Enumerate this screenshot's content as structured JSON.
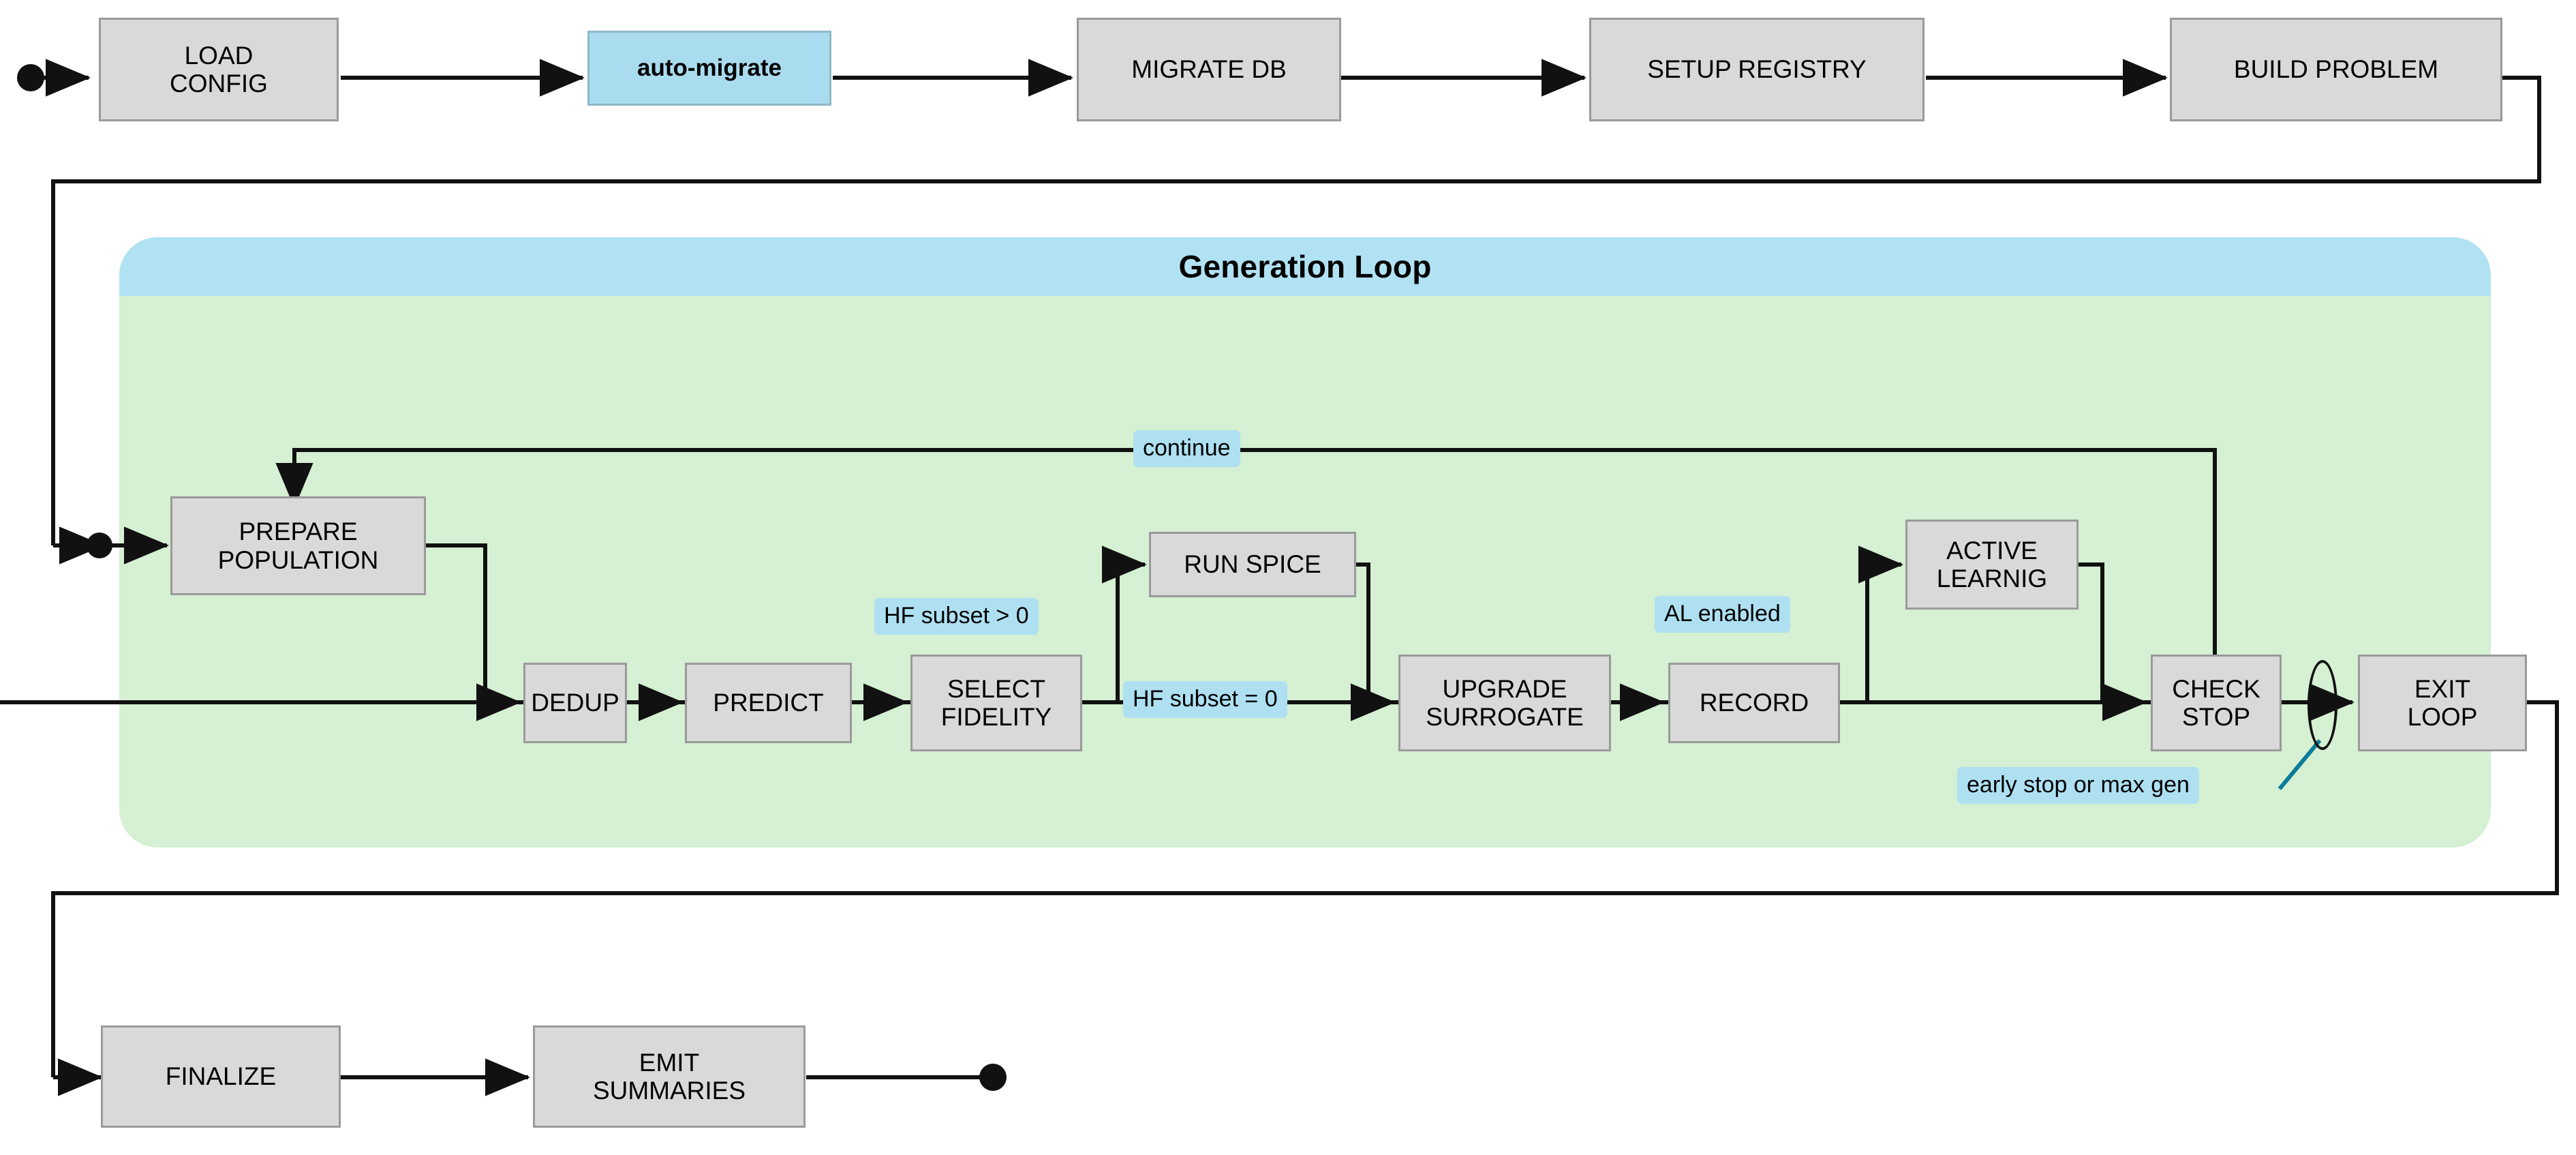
{
  "diagram": {
    "title": "Generation Loop",
    "colors": {
      "node_fill": "#d9d9d9",
      "node_border": "#9a9a9a",
      "accent_fill": "#aadcf0",
      "label_fill": "#aee0f2",
      "lane_header_fill": "#b1e2f4",
      "lane_body_fill": "#d5f0d2",
      "edge_stroke": "#111111",
      "leader_stroke": "#0b7c99"
    },
    "nodes": {
      "load_config": "LOAD\nCONFIG",
      "auto_migrate": "auto-migrate",
      "migrate_db": "MIGRATE DB",
      "setup_registry": "SETUP REGISTRY",
      "build_problem": "BUILD PROBLEM",
      "prepare_population": "PREPARE\nPOPULATION",
      "dedup": "DEDUP",
      "predict": "PREDICT",
      "select_fidelity": "SELECT\nFIDELITY",
      "run_spice": "RUN SPICE",
      "upgrade_surrogate": "UPGRADE\nSURROGATE",
      "record": "RECORD",
      "active_learning": "ACTIVE\nLEARNIG",
      "check_stop": "CHECK\nSTOP",
      "exit_loop": "EXIT\nLOOP",
      "finalize": "FINALIZE",
      "emit_summaries": "EMIT\nSUMMARIES"
    },
    "edge_labels": {
      "continue": "continue",
      "hf_subset_gt0": "HF subset > 0",
      "hf_subset_eq0": "HF subset = 0",
      "al_enabled": "AL enabled",
      "early_stop": "early stop or max gen"
    }
  }
}
